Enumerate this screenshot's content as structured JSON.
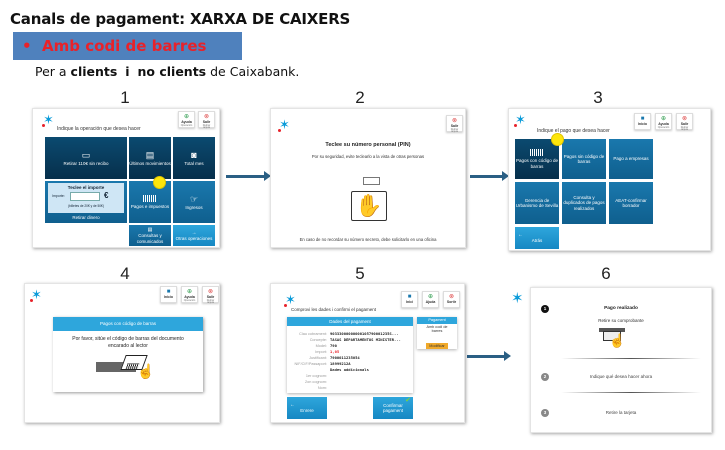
{
  "header": {
    "title": "Canals de pagament:  XARXA DE CAIXERS",
    "bullet": "•",
    "banner": "Amb codi de barres",
    "subtitle_pre": "Per a ",
    "subtitle_b1": "clients",
    "subtitle_mid1": "  ",
    "subtitle_b2": "i",
    "subtitle_mid2": "  ",
    "subtitle_b3": "no clients",
    "subtitle_post": " de Caixabank."
  },
  "colors": {
    "banner_bg": "#4f81bd",
    "banner_text": "#e8222a",
    "tile_dark": "#0b4a70",
    "tile_mid": "#1a78ad",
    "tile_light": "#2ea6dc",
    "arrow": "#2a5f84",
    "highlight_dot": "#fde60b"
  },
  "steps": [
    "1",
    "2",
    "3",
    "4",
    "5",
    "6"
  ],
  "common": {
    "logo": "✶",
    "btn_inicio": "Inicio",
    "btn_ayuda": "Ayuda",
    "btn_ayuda_sub": "Operación",
    "btn_salir": "Salir",
    "btn_salir_sub": "Retirar tarjeta",
    "icon_home": "home-icon",
    "icon_help": "magnifier-help-icon",
    "icon_exit": "exit-icon"
  },
  "screen1": {
    "prompt": "Indique la operación que desea hacer",
    "tiles": {
      "retirar": "Retirar 110€ sin recibo",
      "ultimos": "Últimos movimientos",
      "total": "Total mes",
      "teclee": "Teclee el importe",
      "importe_label": "Importe:",
      "currency": "€",
      "billetes": "(billetes de 20€ y de 50€)",
      "retirar_dinero": "Retirar dinero",
      "pagos": "Pagos e impuestos",
      "ingresos": "Ingresos",
      "consultas": "Consultas y comunicados",
      "otras": "Otras operaciones"
    }
  },
  "screen2": {
    "title": "Teclee su número personal (PIN)",
    "subtitle": "Por su seguridad, evite teclearlo a la vista de otras personas",
    "footer": "En caso de no recordar su número secreto, debe solicitarlo en una oficina"
  },
  "screen3": {
    "prompt": "Indique el pago que desea hacer",
    "tiles": {
      "con_codigo": "Pagos con código de barras",
      "sin_codigo": "Pagos sin código de barras",
      "empresas": "Pago a empresas",
      "gerencia": "Gerencia de Urbanismo de Sevilla",
      "consulta": "Consulta y duplicados de pagos realizados",
      "aeat": "AEAT-confirmar borrador",
      "atras": "Atrás"
    }
  },
  "screen4": {
    "header": "Pagos con código de barras",
    "message": "Por favor, sitúe el código de barras del documento encarado al lector"
  },
  "screen5": {
    "prompt": "Comprovi les dades i confirmi el pagament",
    "panel_title": "Dades del pagament",
    "rows": [
      {
        "k": "Clau cobrament:",
        "v": "90333000000000105790001235S...",
        "red": false
      },
      {
        "k": "Concepte:",
        "v": "TASAS DEPARTAMENTOS MINISTER...",
        "red": false
      },
      {
        "k": "Model:",
        "v": "790",
        "red": false
      },
      {
        "k": "Import:",
        "v": "1,05",
        "red": true
      },
      {
        "k": "Justificant:",
        "v": "7900011235054",
        "red": false
      },
      {
        "k": "NIF/CIF/Passaport:",
        "v": "18999212A",
        "red": false
      },
      {
        "k": "",
        "v": "Dades addicionals",
        "red": false
      },
      {
        "k": "1er cognom:",
        "v": "",
        "red": false
      },
      {
        "k": "2on cognom:",
        "v": "",
        "red": false
      },
      {
        "k": "Nom:",
        "v": "",
        "red": false
      }
    ],
    "payment_title": "Pagament",
    "payment_method": "Amb codi de barres",
    "modify": "Modificar",
    "back": "Enrere",
    "confirm": "Confirmar pagament",
    "btn_inicio": "Inici",
    "btn_ajuda": "Ajuda",
    "btn_sortir": "Sortir"
  },
  "screen6": {
    "step1_num": "1",
    "step1_title": "Pago realizado",
    "step1_sub": "Retire su comprobante",
    "step2_num": "2",
    "step2_text": "Indique qué desea hacer ahora",
    "step3_num": "3",
    "step3_text": "Retire la tarjeta"
  }
}
